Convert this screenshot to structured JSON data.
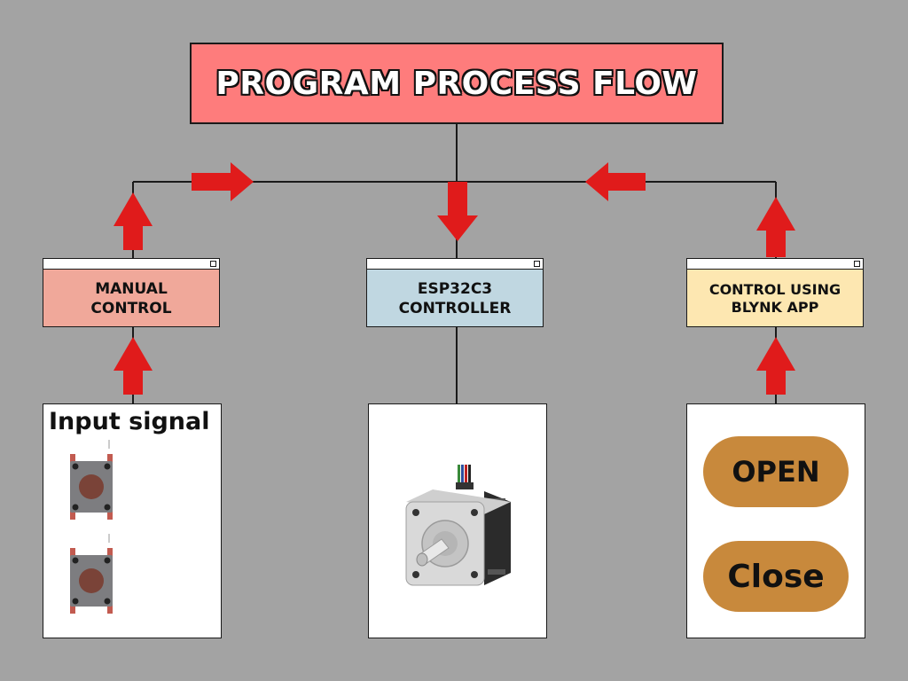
{
  "title": "PROGRAM PROCESS FLOW",
  "nodes": {
    "manual": {
      "label": "MANUAL\nCONTROL",
      "color": "#f0a89a"
    },
    "esp": {
      "label": "ESP32C3\nCONTROLLER",
      "color": "#c0d7e1"
    },
    "blynk": {
      "label": "CONTROL USING\nBLYNK APP",
      "color": "#fde7b1"
    }
  },
  "input_panel": {
    "label": "Input signal"
  },
  "app_panel": {
    "open_label": "OPEN",
    "close_label": "Close",
    "button_color": "#c8893c"
  },
  "colors": {
    "background": "#a3a3a3",
    "title_fill": "#fe7c7c",
    "arrow": "#e01b1b"
  },
  "icons": [
    "arrow-icon",
    "push-button-icon",
    "stepper-motor-icon"
  ]
}
